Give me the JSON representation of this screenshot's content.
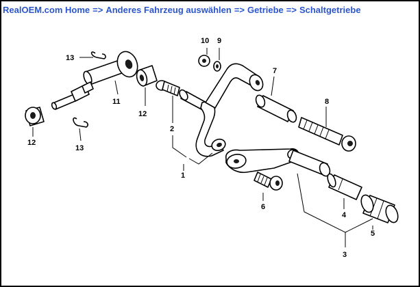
{
  "breadcrumb": {
    "home": "RealOEM.com Home",
    "sep": "=>",
    "vehicle": "Anderes Fahrzeug auswählen",
    "group": "Getriebe",
    "subgroup": "Schaltgetriebe"
  },
  "callouts": {
    "c1": "1",
    "c2": "2",
    "c3": "3",
    "c4": "4",
    "c5": "5",
    "c6": "6",
    "c7": "7",
    "c8": "8",
    "c9": "9",
    "c10": "10",
    "c11": "11",
    "c12a": "12",
    "c12b": "12",
    "c13a": "13",
    "c13b": "13"
  },
  "colors": {
    "link": "#2a55cc",
    "border": "#000000",
    "background": "#ffffff"
  }
}
